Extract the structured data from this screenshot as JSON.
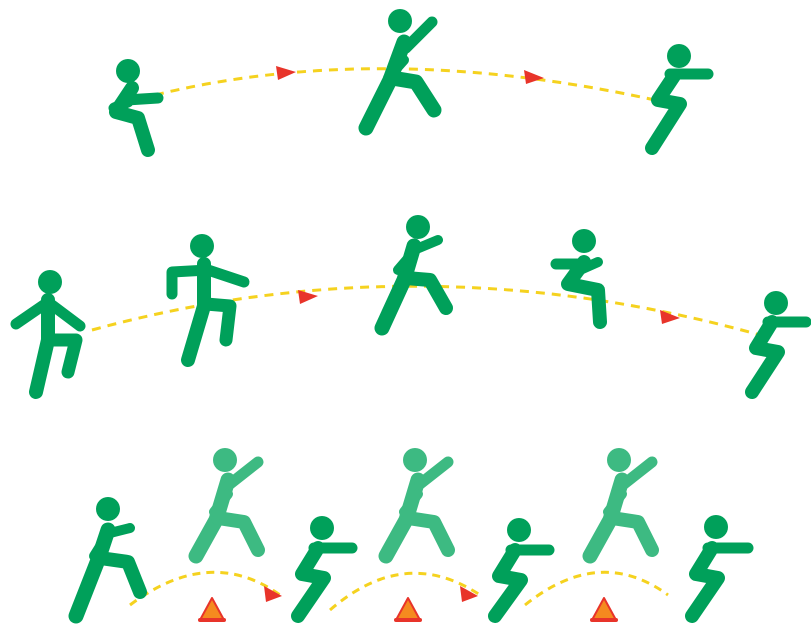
{
  "colors": {
    "figure": "#00A05A",
    "figure_light": "#3DBA82",
    "path": "#F5D21F",
    "arrow": "#E8342A",
    "cone_fill": "#F58A1F",
    "cone_stroke": "#E8342A",
    "background": "#FFFFFF"
  },
  "rows": [
    {
      "name": "row-1",
      "figures": [
        "crouch-landing",
        "leap-airborne",
        "landing-squat"
      ],
      "arrows": 2,
      "cones": 0
    },
    {
      "name": "row-2",
      "figures": [
        "standing-start",
        "stride",
        "leap-airborne",
        "tuck-jump",
        "landing-squat"
      ],
      "arrows": 2,
      "cones": 0
    },
    {
      "name": "row-3",
      "figures": [
        "drive-start",
        "hop-airborne",
        "landing-squat",
        "hop-airborne",
        "landing-squat",
        "hop-airborne",
        "landing-squat"
      ],
      "arrows": 2,
      "cones": 3
    }
  ]
}
